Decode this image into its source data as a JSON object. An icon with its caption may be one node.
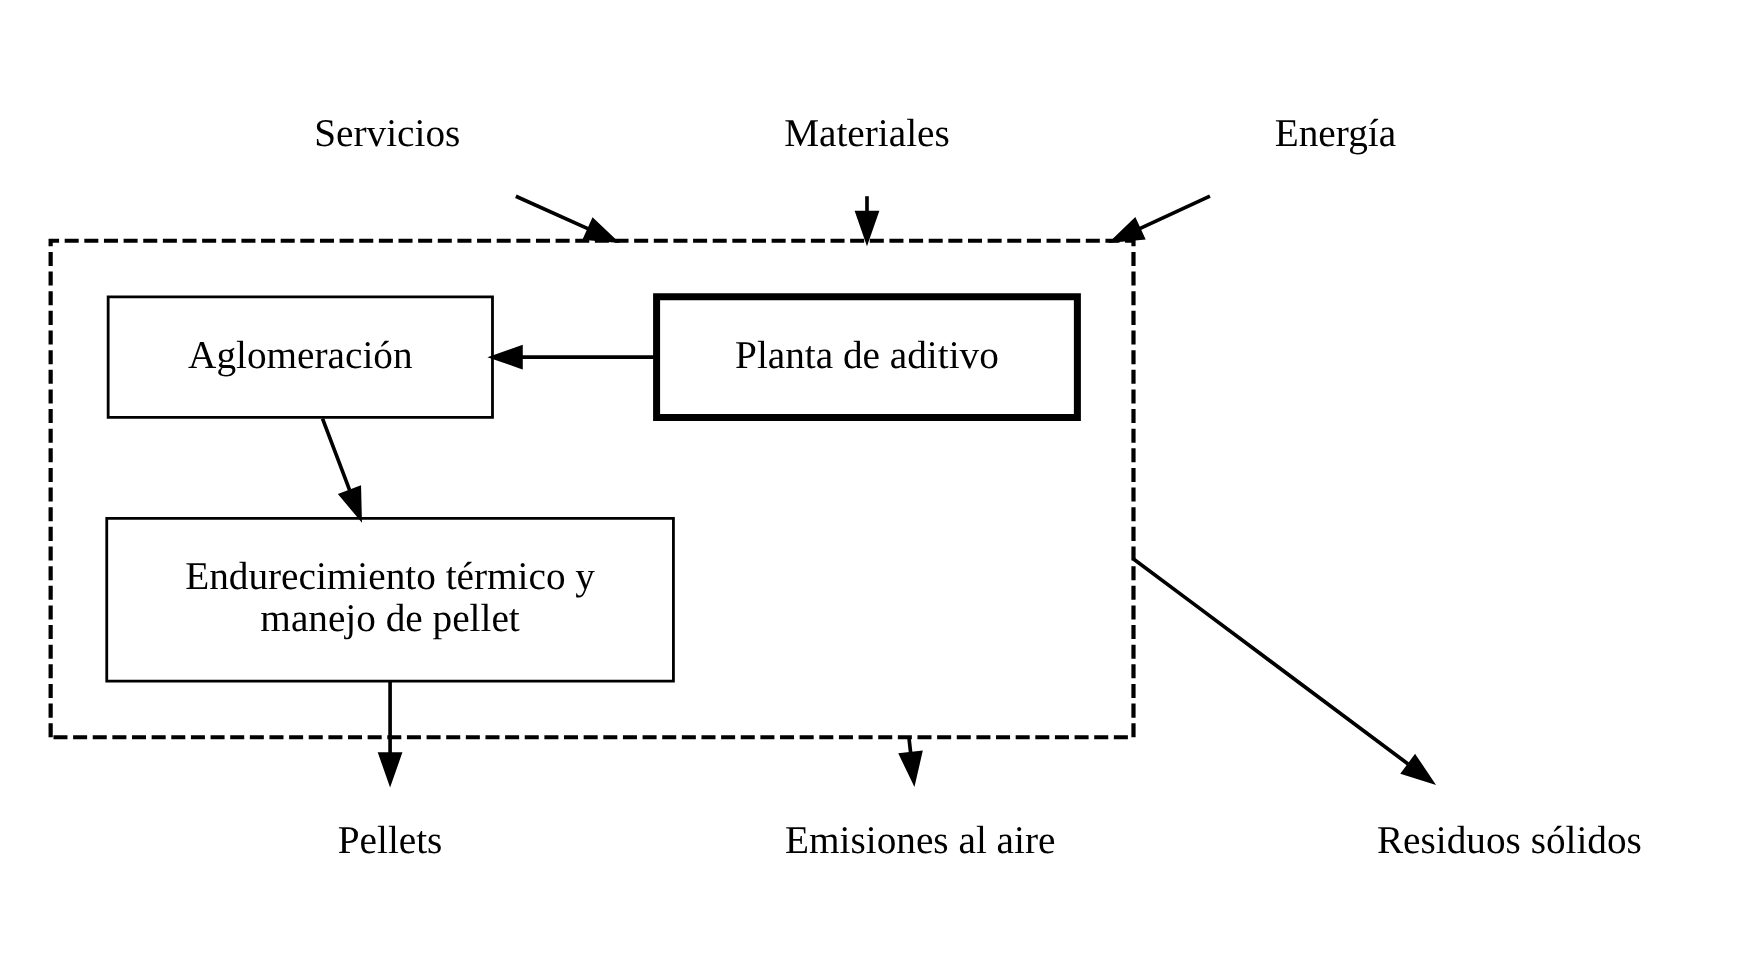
{
  "diagram": {
    "nodes": [
      {
        "text": [],
        "shape": "box"
      },
      {
        "text": [
          "Planta de aditivo"
        ],
        "in": 0
      },
      {
        "text": [
          "Aglomeración"
        ],
        "in": 0
      },
      {
        "text": [
          "Endurecimiento térmico y manejo de pellet"
        ],
        "in": 0
      },
      {
        "text": [
          "Servicios"
        ]
      },
      {
        "text": [
          "Materiales"
        ]
      },
      {
        "text": [
          "Energía"
        ]
      },
      {
        "text": [
          "Residuos sólidos"
        ]
      },
      {
        "text": [
          "Emisiones al aire"
        ]
      },
      {
        "text": [
          "Pellets"
        ]
      }
    ],
    "edges": [
      {
        "from": 4,
        "to": 0,
        "arrow": "to"
      },
      {
        "from": 5,
        "to": 0,
        "arrow": "to"
      },
      {
        "from": 6,
        "to": 0,
        "arrow": "to"
      },
      {
        "from": 1,
        "to": 2,
        "arrow": "to"
      },
      {
        "from": 2,
        "to": 3,
        "arrow": "to"
      },
      {
        "from": 0,
        "to": 7,
        "arrow": "to"
      },
      {
        "from": 0,
        "to": 8,
        "arrow": "to"
      },
      {
        "from": 3,
        "to": 9,
        "arrow": "to"
      }
    ]
  }
}
